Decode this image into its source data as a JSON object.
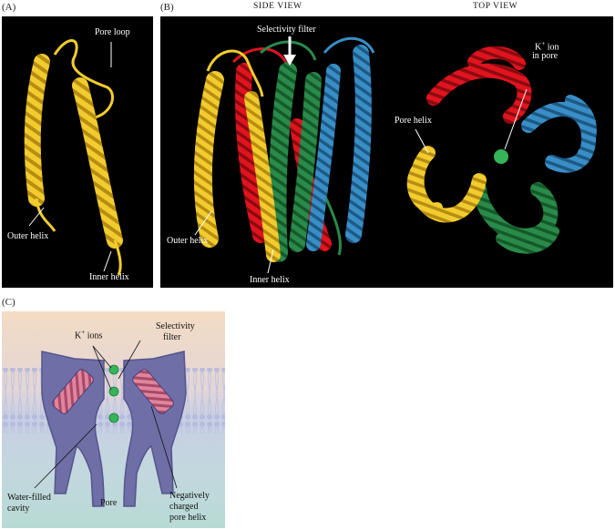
{
  "panels": {
    "a": {
      "letter": "(A)",
      "labels": {
        "pore_loop": "Pore loop",
        "outer_helix": "Outer helix",
        "inner_helix": "Inner helix"
      }
    },
    "b": {
      "letter": "(B)",
      "side_view": {
        "heading": "SIDE VIEW",
        "selectivity_filter": "Selectivity filter",
        "outer_helix": "Outer helix",
        "inner_helix": "Inner helix"
      },
      "top_view": {
        "heading": "TOP VIEW",
        "k_ion": "K",
        "k_sup": "+",
        "k_ion_rest": " ion",
        "in_pore": "in pore",
        "pore_helix": "Pore helix"
      }
    },
    "c": {
      "letter": "(C)",
      "labels": {
        "k_ions": "K",
        "k_ions_sup": "+",
        "k_ions_rest": " ions",
        "selectivity": "Selectivity",
        "filter": "filter",
        "water_filled": "Water-filled",
        "cavity": "cavity",
        "pore": "Pore",
        "negatively": "Negatively",
        "charged": "charged",
        "pore_helix": "pore helix"
      }
    }
  },
  "colors": {
    "subunit_yellow": "#f2cc2e",
    "subunit_red": "#e0141e",
    "subunit_green": "#2a8a4a",
    "subunit_blue": "#3a8ec6",
    "k_ion": "#35b45a",
    "channel": "#6e6fa6",
    "extracellular": "#f1dcc6",
    "intracellular": "#bfdcd8"
  }
}
